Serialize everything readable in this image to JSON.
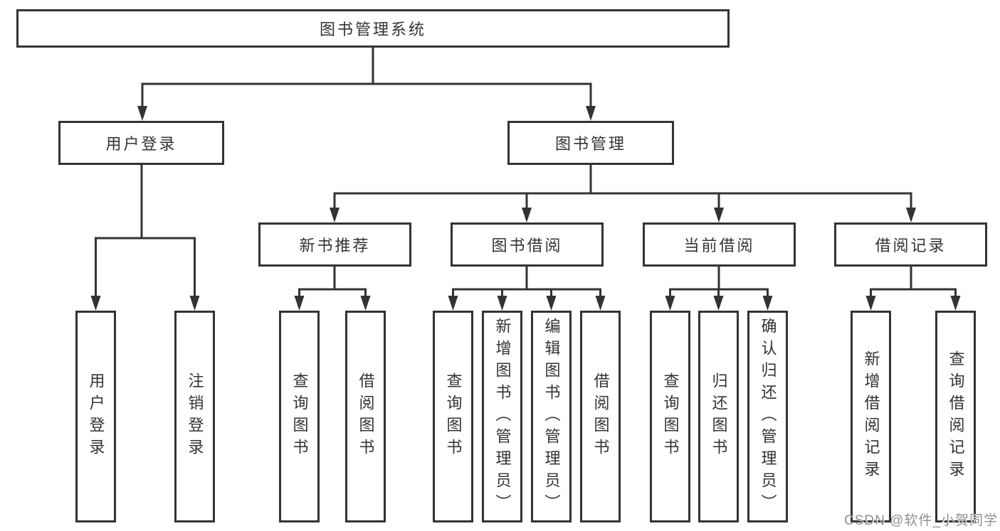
{
  "nodes": {
    "root": "图书管理系统",
    "user_login": "用户登录",
    "book_mgmt": "图书管理",
    "new_books": "新书推荐",
    "book_borrow": "图书借阅",
    "current_borrow": "当前借阅",
    "borrow_records": "借阅记录",
    "leaf_login": "用户登录",
    "leaf_logout": "注销登录",
    "leaf_nb_query": "查询图书",
    "leaf_nb_borrow": "借阅图书",
    "leaf_bw_query": "查询图书",
    "leaf_bw_add": "新增图书（管理员）",
    "leaf_bw_edit": "编辑图书（管理员）",
    "leaf_bw_borrow": "借阅图书",
    "leaf_cur_query": "查询图书",
    "leaf_cur_return": "归还图书",
    "leaf_cur_confirm": "确认归还（管理员）",
    "leaf_rec_add": "新增借阅记录",
    "leaf_rec_query": "查询借阅记录"
  },
  "watermark": "CSDN @软件_小贺同学",
  "colors": {
    "line": "#333333",
    "background": "#ffffff",
    "watermark": "#8f8f8f"
  }
}
